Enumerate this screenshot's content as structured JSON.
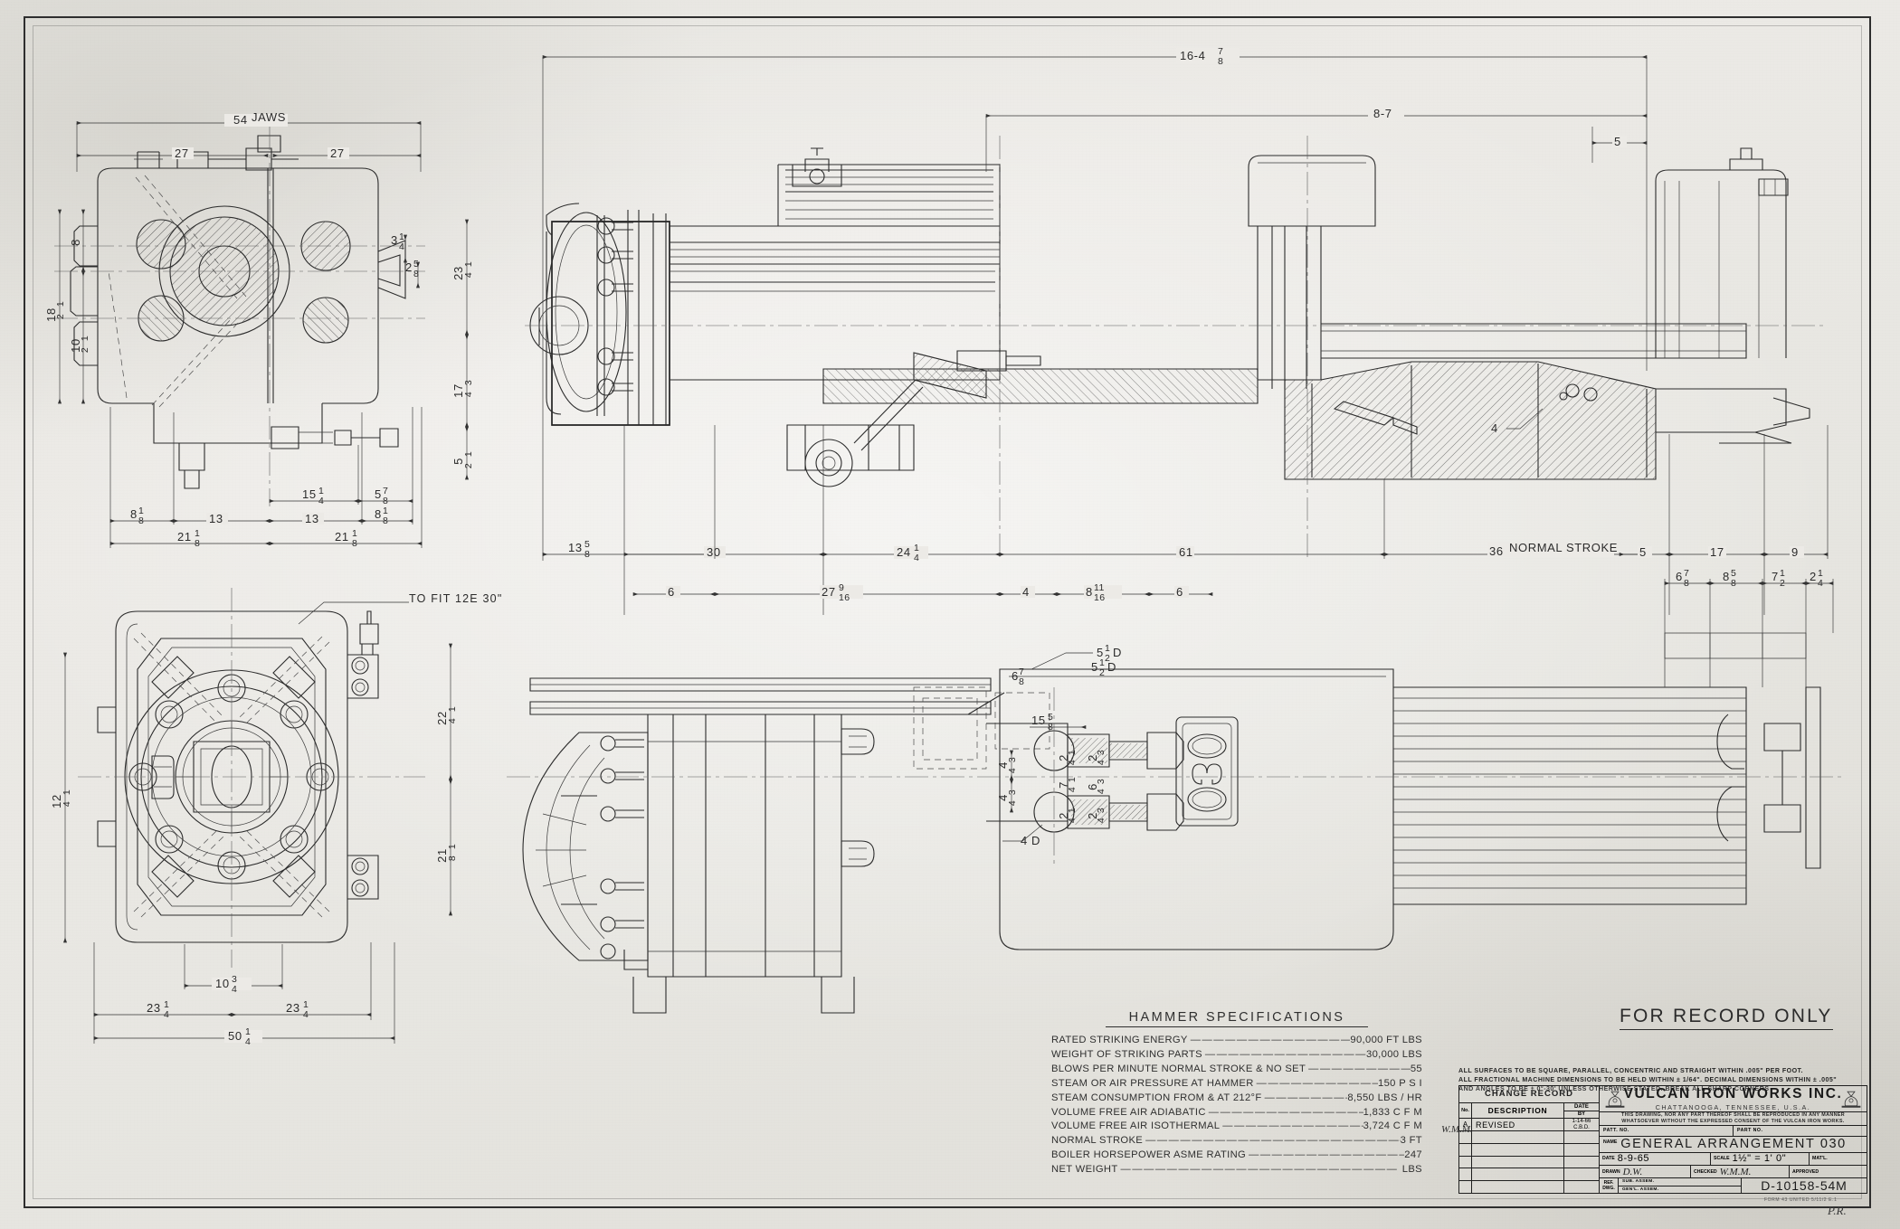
{
  "drawing": {
    "kind": "engineering-drawing",
    "sheet_note_record": "FOR RECORD ONLY",
    "fit_note": "TO FIT 12E 30\"",
    "plate_number": "030"
  },
  "specifications": {
    "title": "HAMMER  SPECIFICATIONS",
    "rows": [
      {
        "label": "RATED STRIKING ENERGY",
        "value": "90,000 FT LBS"
      },
      {
        "label": "WEIGHT OF STRIKING PARTS",
        "value": "30,000  LBS"
      },
      {
        "label": "BLOWS PER MINUTE   NORMAL STROKE & NO SET",
        "value": "55"
      },
      {
        "label": "STEAM OR AIR PRESSURE AT HAMMER",
        "value": "150  P S I"
      },
      {
        "label": "STEAM CONSUMPTION FROM & AT 212°F",
        "value": "8,550  LBS / HR"
      },
      {
        "label": "VOLUME FREE AIR   ADIABATIC",
        "value": "1,833 C F M"
      },
      {
        "label": "VOLUME FREE AIR  ISOTHERMAL",
        "value": "3,724 C F M"
      },
      {
        "label": "NORMAL STROKE",
        "value": "3 FT"
      },
      {
        "label": "BOILER HORSEPOWER ASME RATING",
        "value": "247"
      },
      {
        "label": "NET WEIGHT",
        "value": "LBS"
      }
    ]
  },
  "tolerance_note": {
    "line1": "ALL SURFACES TO BE SQUARE, PARALLEL, CONCENTRIC AND STRAIGHT WITHIN .005\" PER FOOT.",
    "line2": "ALL FRACTIONAL MACHINE DIMENSIONS TO BE HELD WITHIN ± 1/64\".  DECIMAL DIMENSIONS WITHIN ± .005\"",
    "line3": "AND ANGLES TO BE ± 0°-30' UNLESS OTHERWISE STATED. BREAK ALL SHARP CORNERS"
  },
  "title_block": {
    "change_record_heading": "CHANGE RECORD",
    "col_no": "No.",
    "col_description": "DESCRIPTION",
    "col_date": "DATE",
    "col_by": "BY",
    "changes": [
      {
        "no": "A",
        "description": "REVISED",
        "date": "1-14-66",
        "by": "C.B.D."
      }
    ],
    "company": "VULCAN IRON WORKS INC.",
    "city": "CHATTANOOGA,  TENNESSEE,  U.S.A.",
    "legal_line1": "THIS DRAWING, NOR ANY PART THEREOF SHALL BE REPRODUCED IN ANY MANNER",
    "legal_line2": "WHATSOEVER WITHOUT THE EXPRESSED CONSENT OF THE VULCAN IRON WORKS.",
    "patt_no_label": "PATT. NO.",
    "part_no_label": "PART NO.",
    "name_label": "NAME",
    "name_value": "GENERAL    ARRANGEMENT   030",
    "date_label": "DATE",
    "date_value": "8-9-65",
    "scale_label": "SCALE",
    "scale_value": "1½\" = 1' 0\"",
    "matl_label": "MAT'L.",
    "matl_value": "",
    "drawn_label": "DRAWN",
    "drawn_value": "D.W.",
    "checked_label": "CHECKED",
    "checked_value": "W.M.M.",
    "approved_label": "APPROVED",
    "approved_value": "",
    "ref_dwg_label_1": "REF.",
    "ref_dwg_label_2": "DWG.",
    "sub_assem_label": "SUB. ASSEM.",
    "gen_assem_label": "GEN'L. ASSEM.",
    "drawing_number": "D-10158-54M",
    "side_signature": "W.M.M.",
    "corner_stamp": "FORM 43  UNITED 5/11/2 E.1",
    "corner_initials": "P.R."
  },
  "dimensions": {
    "top_left_view": {
      "overall_width": "54 JAWS",
      "half_left": "27",
      "half_right": "27",
      "h_8": "8",
      "h_10_half": "10½",
      "h_18_half": "18½",
      "h_3_quarter": "3¼",
      "h_2_five_eighth": "2⅝",
      "v_23_quarter": "23¼",
      "v_17_three_quarter": "17¾",
      "v_5_half": "5½",
      "b_8_one_eighth_l": "8⅛",
      "b_13_l": "13",
      "b_13_r": "13",
      "b_8_one_eighth_r": "8⅛",
      "b_15_quarter": "15¼",
      "b_5_seven_eighth": "5⅞",
      "b_21_one_eighth_l": "21⅛",
      "b_21_one_eighth_r": "21⅛"
    },
    "bottom_left_view": {
      "left_12_quarter": "12¼",
      "right_22_quarter": "22¼",
      "right_21_one_eighth": "21⅛",
      "center_10_three_quarter": "10¾",
      "b_23_quarter_l": "23¼",
      "b_23_quarter_r": "23¼",
      "b_50_quarter": "50¼"
    },
    "main_view": {
      "overall": "16-4⅞",
      "upper": "8-7",
      "upper_right_5": "5",
      "row1_13_five_eighth": "13⅝",
      "row1_30": "30",
      "row1_24_quarter": "24¼",
      "row1_61": "61",
      "row1_36_normal_stroke": "36 NORMAL STROKE",
      "row1_5": "5",
      "row1_17": "17",
      "row1_9": "9",
      "row2_6_left": "6",
      "row2_27_nine_sixteenth": "27⁹⁄₁₆",
      "row2_4": "4",
      "row2_8_eleven_sixteenth": "8¹¹⁄₁₆",
      "row2_6_right": "6",
      "row2_6_seven_eighth": "6⅞",
      "row2_8_five_eighth": "8⅝",
      "row2_7_half": "7½",
      "row2_2_quarter": "2¼",
      "callout_5_half_D": "5½ D",
      "callout_4_D": "4 D",
      "callout_15_five_eighth": "15⅝",
      "callout_6_seven_eighth": "6⅞",
      "callout_5_half_D2": "5½ D",
      "bolt_2_quarter_a": "2¼",
      "bolt_2_three_quarter_a": "2¾",
      "bolt_7_quarter": "7¼",
      "bolt_6_three_quarter": "6¾",
      "bolt_2_quarter_b": "2¼",
      "bolt_2_three_quarter_b": "2¾",
      "bolt_4_three_quarter_top": "4¾",
      "bolt_4_three_quarter_bot": "4¾",
      "detail_4": "4"
    }
  },
  "colors": {
    "paper": "#e9e8e4",
    "ink": "#2b2b2b",
    "ink_light": "#4c4c4c",
    "border": "#1f1f1f"
  }
}
